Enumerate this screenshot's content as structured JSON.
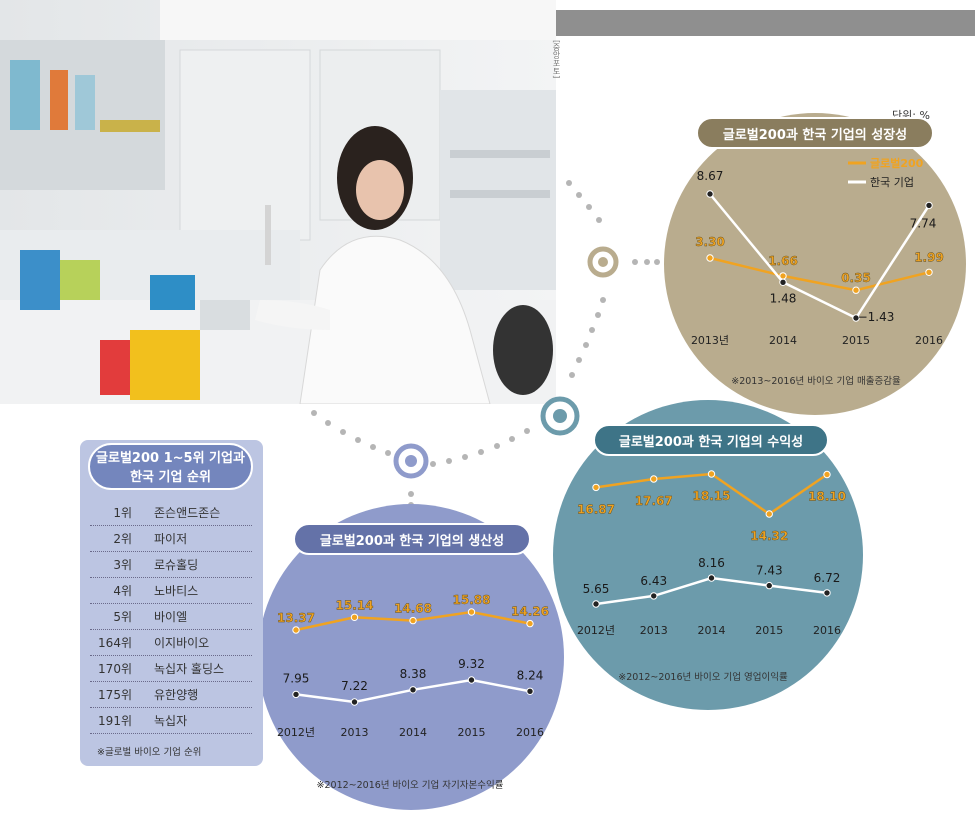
{
  "meta": {
    "unit": "단위: %",
    "credit": "[중앙포토]"
  },
  "rank_box": {
    "title_line1": "글로벌200 1~5위 기업과",
    "title_line2": "한국 기업 순위",
    "rows": [
      {
        "rank": "1위",
        "name": "존슨앤드존슨"
      },
      {
        "rank": "2위",
        "name": "파이저"
      },
      {
        "rank": "3위",
        "name": "로슈홀딩"
      },
      {
        "rank": "4위",
        "name": "노바티스"
      },
      {
        "rank": "5위",
        "name": "바이엘"
      },
      {
        "rank": "164위",
        "name": "이지바이오"
      },
      {
        "rank": "170위",
        "name": "녹십자 홀딩스"
      },
      {
        "rank": "175위",
        "name": "유한양행"
      },
      {
        "rank": "191위",
        "name": "녹십자"
      }
    ],
    "note": "※글로벌 바이오 기업 순위"
  },
  "colors": {
    "global": "#f0a321",
    "korea": "#ffffff",
    "growth_bg": "#b9ac8e",
    "profit_bg": "#6c9bab",
    "prod_bg": "#8f9bcb"
  },
  "chart_data": [
    {
      "type": "line",
      "title": "글로벌200과 한국 기업의 성장성",
      "categories": [
        "2013년",
        "2014",
        "2015",
        "2016"
      ],
      "series": [
        {
          "name": "글로벌200",
          "values": [
            3.3,
            1.66,
            0.35,
            1.99
          ],
          "labels": [
            "3.30",
            "1.66",
            "0.35",
            "1.99"
          ]
        },
        {
          "name": "한국 기업",
          "values": [
            8.67,
            1.48,
            -1.43,
            7.74
          ],
          "labels": [
            "8.67",
            "1.48",
            "−1.43",
            "7.74"
          ]
        }
      ],
      "note": "※2013~2016년 바이오 기업 매출증감율",
      "ylim": [
        -2,
        9.5
      ]
    },
    {
      "type": "line",
      "title": "글로벌200과 한국 기업의 수익성",
      "categories": [
        "2012년",
        "2013",
        "2014",
        "2015",
        "2016"
      ],
      "series": [
        {
          "name": "글로벌200",
          "values": [
            16.87,
            17.67,
            18.15,
            14.32,
            18.1
          ],
          "labels": [
            "16.87",
            "17.67",
            "18.15",
            "14.32",
            "18.10"
          ]
        },
        {
          "name": "한국 기업",
          "values": [
            5.65,
            6.43,
            8.16,
            7.43,
            6.72
          ],
          "labels": [
            "5.65",
            "6.43",
            "8.16",
            "7.43",
            "6.72"
          ]
        }
      ],
      "note": "※2012~2016년 바이오 기업 영업이익률"
    },
    {
      "type": "line",
      "title": "글로벌200과 한국 기업의 생산성",
      "categories": [
        "2012년",
        "2013",
        "2014",
        "2015",
        "2016"
      ],
      "series": [
        {
          "name": "글로벌200",
          "values": [
            13.37,
            15.14,
            14.68,
            15.88,
            14.26
          ],
          "labels": [
            "13.37",
            "15.14",
            "14.68",
            "15.88",
            "14.26"
          ]
        },
        {
          "name": "한국 기업",
          "values": [
            7.95,
            7.22,
            8.38,
            9.32,
            8.24
          ],
          "labels": [
            "7.95",
            "7.22",
            "8.38",
            "9.32",
            "8.24"
          ]
        }
      ],
      "note": "※2012~2016년 바이오 기업 자기자본수익률"
    }
  ]
}
